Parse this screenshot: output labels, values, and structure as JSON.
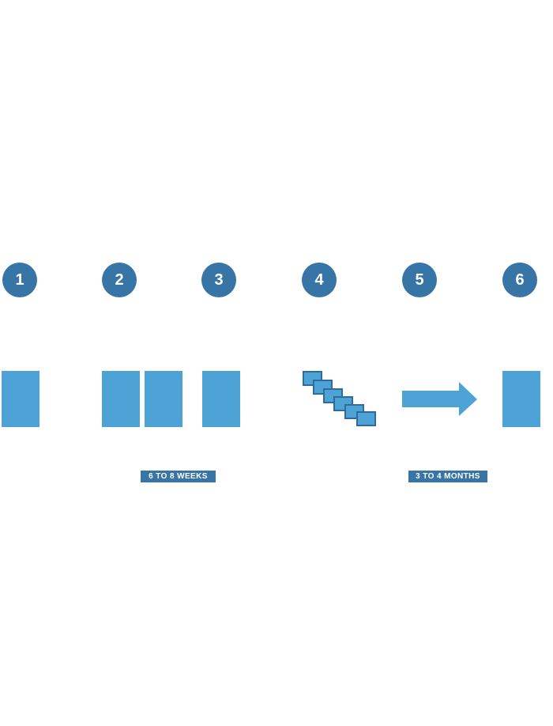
{
  "colors": {
    "badge": "#3875a7",
    "document": "#4ea3d6",
    "stack_border": "#2f6c9d",
    "tag": "#3875a7"
  },
  "steps": [
    {
      "number": "1"
    },
    {
      "number": "2"
    },
    {
      "number": "3"
    },
    {
      "number": "4"
    },
    {
      "number": "5"
    },
    {
      "number": "6"
    }
  ],
  "durations": [
    {
      "label": "6 TO 8 WEEKS"
    },
    {
      "label": "3 TO 4 MONTHS"
    }
  ]
}
